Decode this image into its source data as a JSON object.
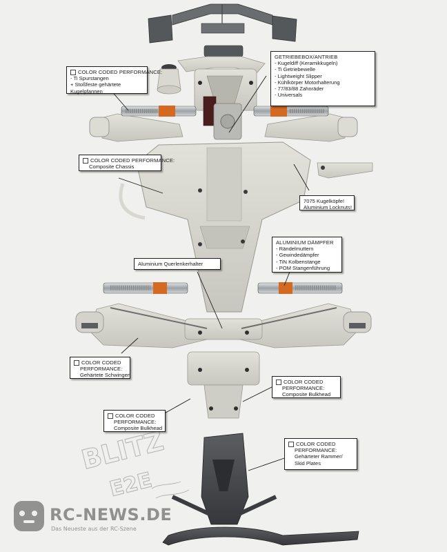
{
  "callouts": {
    "getriebe": {
      "title": "GETRIEBEBOX/ANTRIEB",
      "lines": [
        "- Kugeldiff (Keramikkugeln)",
        "- Ti Getriebewelle",
        "- Lightweight Slipper",
        "- Kühlkörper Motorhalterung",
        "- 77/83/88 Zahnräder",
        "- Universals"
      ]
    },
    "spurstangen": {
      "title": "COLOR CODED PERFORMANCE:",
      "lines": [
        "- Ti Spurstangen",
        "+ Stoßfeste gehärtete",
        "Kugelpfannen"
      ]
    },
    "chassis": {
      "title": "COLOR CODED PERFORMANCE:",
      "lines": [
        "Composite Chassis"
      ]
    },
    "kugelkoepfe": {
      "lines": [
        "7075 Kugelköpfe!",
        "Aluminium Locknuts!"
      ]
    },
    "daempfer": {
      "title": "ALUMINIUM DÄMPFER",
      "lines": [
        "- Rändelmuttern",
        "- Gewindedämpfer",
        "- TiN Kolbenstange",
        "- POM Stangenführung"
      ]
    },
    "querlenker": {
      "lines": [
        "Aluminium Querlenkerhalter"
      ]
    },
    "schwingen": {
      "title1": "COLOR CODED",
      "title2": "PERFORMANCE:",
      "lines": [
        "Gehärtete Schwingen"
      ]
    },
    "bulkhead_right": {
      "title1": "COLOR CODED",
      "title2": "PERFORMANCE:",
      "lines": [
        "Composite Bulkhead"
      ]
    },
    "bulkhead_left": {
      "title1": "COLOR CODED",
      "title2": "PERFORMANCE:",
      "lines": [
        "Composite Bulkhead"
      ]
    },
    "rammer": {
      "title1": "COLOR CODED",
      "title2": "PERFORMANCE:",
      "lines": [
        "Gehärteter Rammer/",
        "Skid Plates"
      ]
    }
  },
  "watermark": {
    "site": "RC-NEWS.DE",
    "tagline": "Das Neueste aus der RC-Szene"
  },
  "logo": {
    "text": "BLITZ",
    "sub": "E2E"
  },
  "colors": {
    "background": "#f0f0ee",
    "composite": "#d6d5ce",
    "dark_parts": "#4a4c4e",
    "aluminium": "#b9bcbf",
    "orange_accent": "#d96a1c"
  }
}
